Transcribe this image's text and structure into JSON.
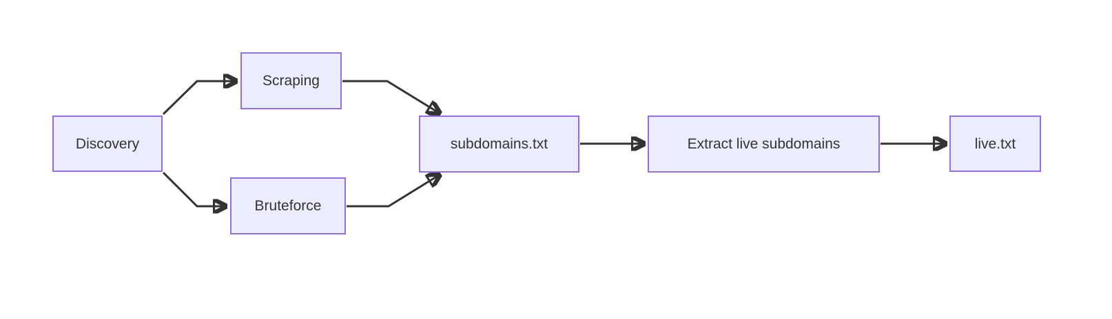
{
  "diagram": {
    "type": "flowchart",
    "direction": "left-to-right",
    "nodes": [
      {
        "id": "discovery",
        "label": "Discovery"
      },
      {
        "id": "scraping",
        "label": "Scraping"
      },
      {
        "id": "bruteforce",
        "label": "Bruteforce"
      },
      {
        "id": "subdomains",
        "label": "subdomains.txt"
      },
      {
        "id": "extract",
        "label": "Extract live subdomains"
      },
      {
        "id": "live",
        "label": "live.txt"
      }
    ],
    "edges": [
      {
        "from": "Discovery",
        "to": "Scraping"
      },
      {
        "from": "Discovery",
        "to": "Bruteforce"
      },
      {
        "from": "Scraping",
        "to": "subdomains.txt"
      },
      {
        "from": "Bruteforce",
        "to": "subdomains.txt"
      },
      {
        "from": "subdomains.txt",
        "to": "Extract live subdomains"
      },
      {
        "from": "Extract live subdomains",
        "to": "live.txt"
      }
    ],
    "colors": {
      "node_fill": "#ECECFF",
      "node_border": "#9370DB",
      "node_text": "#333333",
      "edge_stroke": "#333333",
      "background": "#FFFFFF"
    }
  }
}
